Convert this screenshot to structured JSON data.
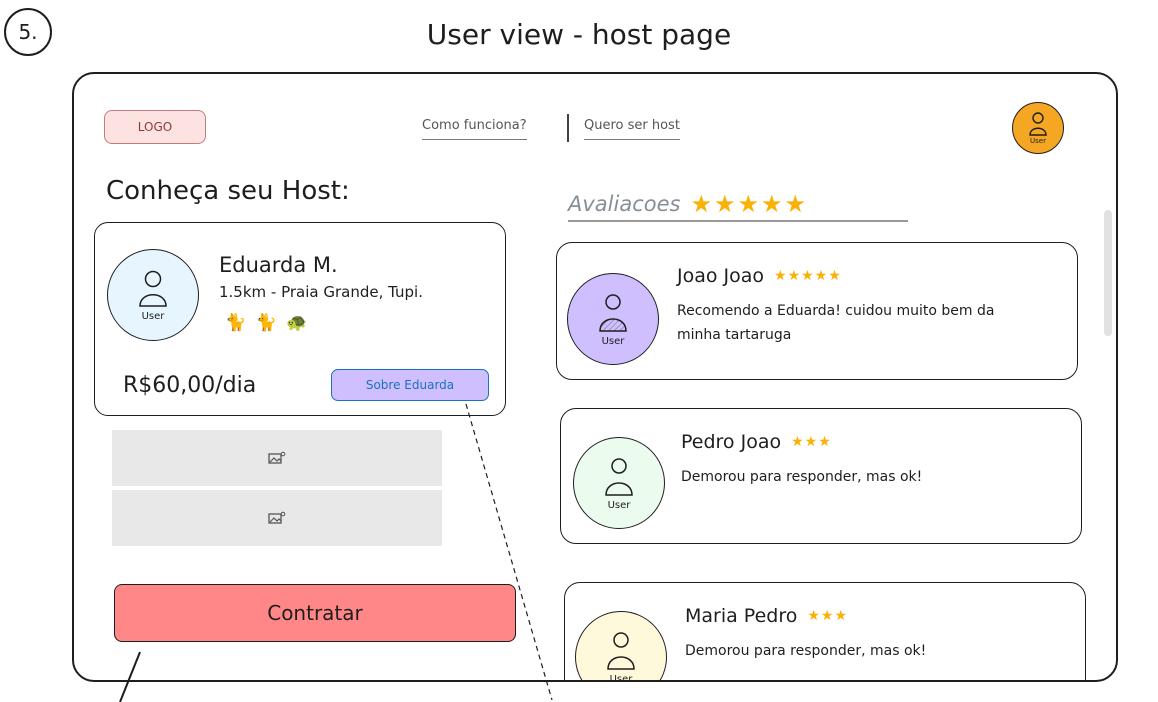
{
  "step_number": "5.",
  "page_heading": "User view - host page",
  "header": {
    "logo_text": "LOGO",
    "nav": [
      {
        "label": "Como funciona?"
      },
      {
        "label": "Quero ser host"
      }
    ],
    "user_avatar_label": "User"
  },
  "host": {
    "section_title": "Conheça seu Host:",
    "avatar_label": "User",
    "name": "Eduarda M.",
    "location": "1.5km - Praia Grande, Tupi.",
    "pets": "🐈 🐈 🐢",
    "price": "R$60,00/dia",
    "about_button": "Sobre Eduarda",
    "photos": [
      "image-placeholder-icon",
      "image-placeholder-icon"
    ],
    "hire_button": "Contratar"
  },
  "reviews": {
    "heading": "Avaliacoes",
    "overall_stars": "★★★★★",
    "overall_rating": 5,
    "items": [
      {
        "name": "Joao Joao",
        "stars": "★★★★★",
        "rating": 5,
        "avatar_label": "User",
        "avatar_color": "#d0bfff",
        "text": "Recomendo a Eduarda! cuidou muito bem da minha tartaruga"
      },
      {
        "name": "Pedro Joao",
        "stars": "★★★",
        "rating": 3,
        "avatar_label": "User",
        "avatar_color": "#ebfbee",
        "text": "Demorou para responder, mas ok!"
      },
      {
        "name": "Maria Pedro",
        "stars": "★★★",
        "rating": 3,
        "avatar_label": "User",
        "avatar_color": "#fff9db",
        "text": "Demorou para responder, mas ok!"
      }
    ]
  },
  "colors": {
    "hire_button": "#ff8787",
    "about_button": "#d0bfff",
    "header_avatar": "#f5a623",
    "stars": "#fab005"
  }
}
